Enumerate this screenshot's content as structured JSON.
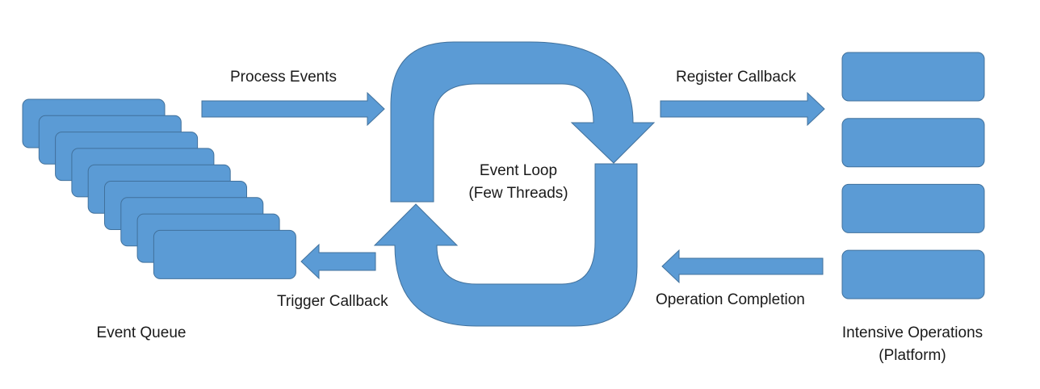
{
  "colors": {
    "fill": "#5b9bd5",
    "stroke": "#41719c",
    "text": "#1a1a1a",
    "background": "#ffffff"
  },
  "labels": {
    "process_events": "Process Events",
    "register_callback": "Register Callback",
    "trigger_callback": "Trigger Callback",
    "operation_completion": "Operation Completion",
    "event_loop_line1": "Event Loop",
    "event_loop_line2": "(Few Threads)",
    "event_queue": "Event Queue",
    "intensive_ops_line1": "Intensive Operations",
    "intensive_ops_line2": "(Platform)"
  },
  "event_queue_items": 9,
  "operation_blocks": 4
}
